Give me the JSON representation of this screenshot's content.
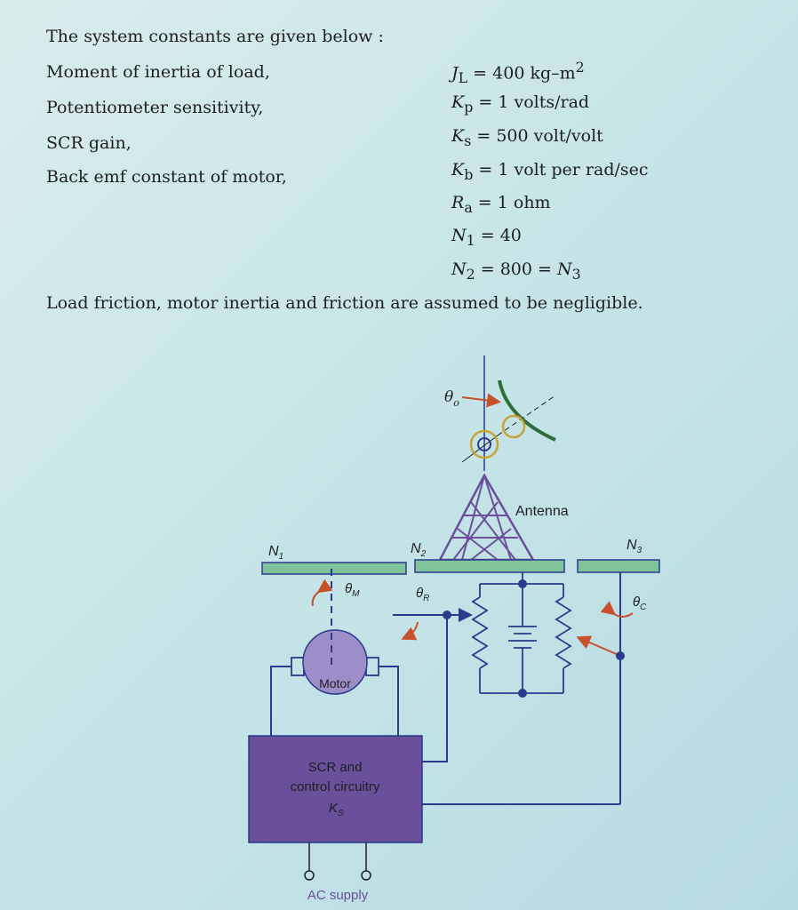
{
  "text": {
    "heading": "The system constants are given below :",
    "constants": [
      {
        "label": "Moment of inertia of load,",
        "symbol": "J",
        "sub": "L",
        "eq": " = 400 kg–m",
        "sup": "2"
      },
      {
        "label": "Potentiometer sensitivity,",
        "symbol": "K",
        "sub": "p",
        "eq": " = 1 volts/rad",
        "sup": ""
      },
      {
        "label": "SCR gain,",
        "symbol": "K",
        "sub": "s",
        "eq": " = 500 volt/volt",
        "sup": ""
      },
      {
        "label": "Back emf constant of motor,",
        "symbol": "K",
        "sub": "b",
        "eq": " = 1 volt per rad/sec",
        "sup": ""
      },
      {
        "label": "",
        "symbol": "R",
        "sub": "a",
        "eq": " = 1 ohm",
        "sup": ""
      },
      {
        "label": "",
        "symbol": "N",
        "sub": "1",
        "eq": " = 40",
        "sup": ""
      },
      {
        "label": "",
        "symbol": "N",
        "sub": "2",
        "eq": " = 800 = ",
        "sup": "",
        "tail_symbol": "N",
        "tail_sub": "3"
      }
    ],
    "footnote": "Load friction, motor inertia and friction are assumed to be negligible."
  },
  "diagram": {
    "antenna_label": "Antenna",
    "n1_label": "N",
    "n1_sub": "1",
    "n2_label": "N",
    "n2_sub": "2",
    "n3_label": "N",
    "n3_sub": "3",
    "theta_o": "θ",
    "theta_o_sub": "o",
    "theta_m": "θ",
    "theta_m_sub": "M",
    "theta_r": "θ",
    "theta_r_sub": "R",
    "theta_c": "θ",
    "theta_c_sub": "C",
    "motor_label": "Motor",
    "scr_line1": "SCR and",
    "scr_line2": "control circuitry",
    "scr_gain": "K",
    "scr_gain_sub": "S",
    "ac_supply": "AC supply",
    "colors": {
      "gear": "#7fc39a",
      "box": "#6a4f9a",
      "motor": "#9d8dc9",
      "wire": "#2b3a8c",
      "arrow": "#c8502a",
      "dish": "#2f6e3a"
    }
  }
}
